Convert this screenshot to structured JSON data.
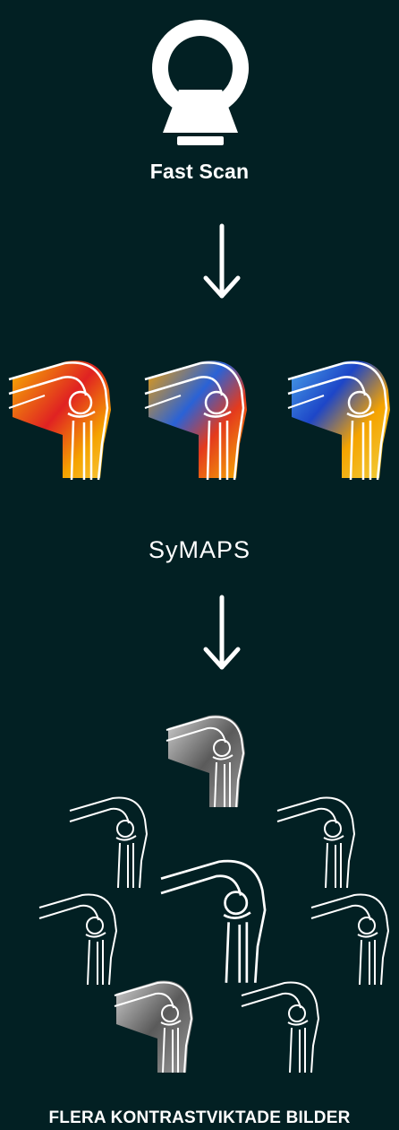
{
  "steps": {
    "scan_label": "Fast Scan",
    "maps_label": "SyMAPS",
    "output_label": "FLERA KONTRASTVIKTADE BILDER"
  },
  "colors": {
    "background": "#022023",
    "foreground": "#ffffff",
    "heat_warm": "#f5a300",
    "heat_hot": "#d81e1e",
    "heat_cool": "#2a62d6"
  },
  "icons": {
    "scanner": "mri-scanner-icon",
    "arrow": "arrow-down-icon",
    "knee_map": "knee-map-icon",
    "knee_image": "knee-image-icon"
  }
}
